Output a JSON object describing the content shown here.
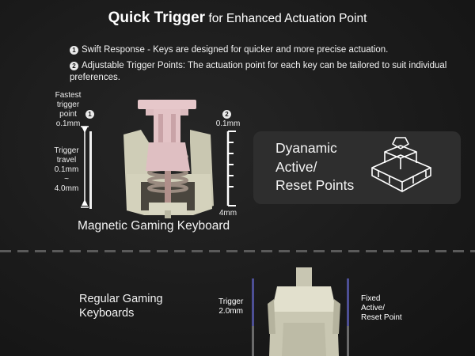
{
  "title": {
    "bold": "Quick Trigger",
    "rest": "for Enhanced Actuation Point"
  },
  "bullets": [
    {
      "num": "1",
      "text": "Swift Response - Keys are designed for quicker and more precise actuation."
    },
    {
      "num": "2",
      "text": "Adjustable Trigger Points: The actuation point for each key can be tailored to suit individual preferences."
    }
  ],
  "magnetic": {
    "fastest_label": [
      "Fastest",
      "trigger",
      "point",
      "o.1mm"
    ],
    "travel_label": [
      "Trigger",
      "travel",
      "0.1mm",
      "~",
      "4.0mm"
    ],
    "marker_1": "1",
    "marker_2": "2",
    "scale_top": "0.1mm",
    "scale_bottom": "4mm",
    "caption": "Magnetic Gaming Keyboard"
  },
  "feature_card": {
    "lines": [
      "Dyanamic",
      "Active/",
      "Reset Points"
    ]
  },
  "regular": {
    "label_lines": [
      "Regular Gaming",
      "Keyboards"
    ],
    "trigger_lines": [
      "Trigger",
      "2.0mm"
    ],
    "fixed_lines": [
      "Fixed",
      "Active/",
      "Reset Point"
    ]
  },
  "colors": {
    "background": "#1c1c1c",
    "stem_pink": "#e3c3c6",
    "housing_cream": "#dad9c6",
    "scale_blue": "#4d4f95",
    "divider": "#5a5a5a"
  }
}
